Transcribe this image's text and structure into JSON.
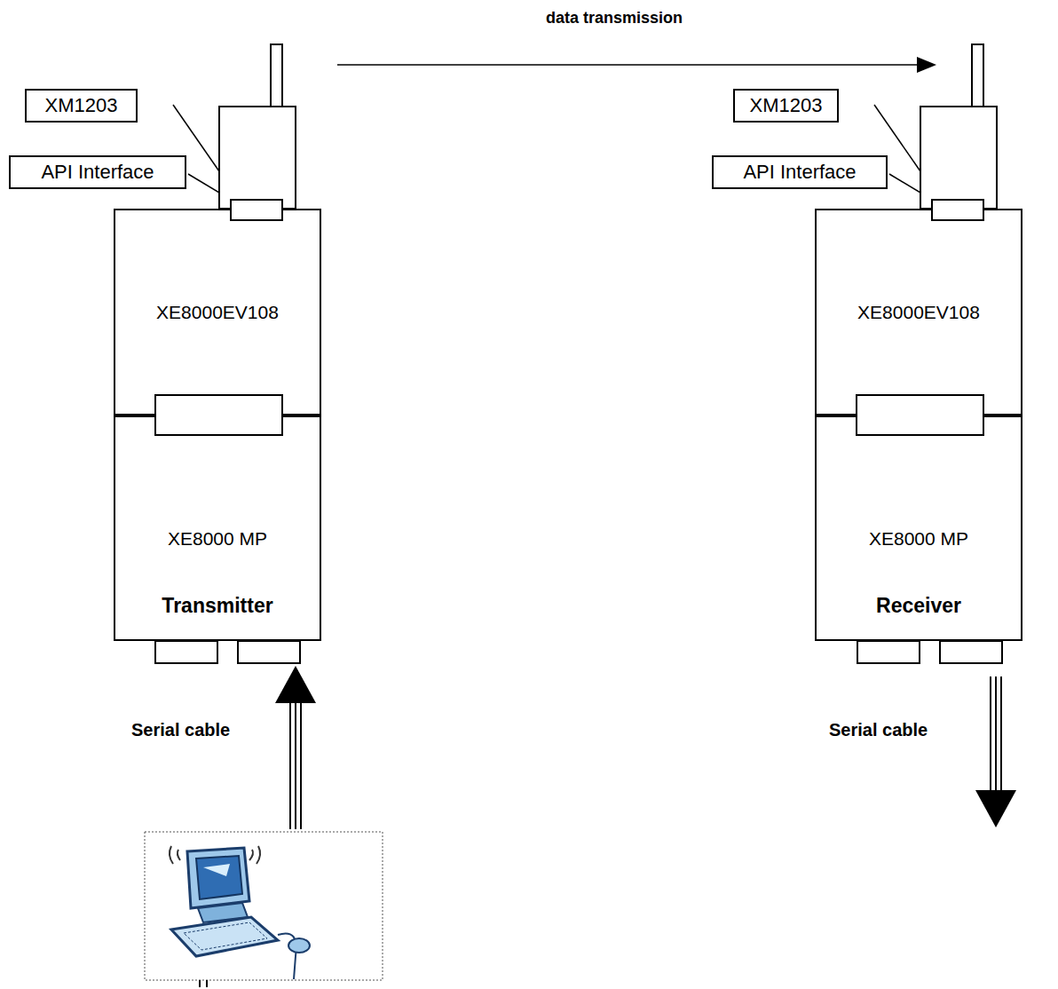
{
  "diagram": {
    "nodes": [
      {
        "text": [
          "XM1203"
        ]
      },
      {
        "text": [
          "API Interface"
        ]
      },
      {
        "text": [
          "XE8000EV108"
        ]
      },
      {
        "text": [
          "XE8000 MP",
          "Transmitter"
        ]
      },
      {
        "text": [
          "XM1203"
        ]
      },
      {
        "text": [
          "API Interface"
        ]
      },
      {
        "text": [
          "XE8000EV108"
        ]
      },
      {
        "text": [
          "XE8000 MP",
          "Receiver"
        ]
      }
    ],
    "labels": [
      "data transmission",
      "Serial cable",
      "Serial cable"
    ]
  }
}
